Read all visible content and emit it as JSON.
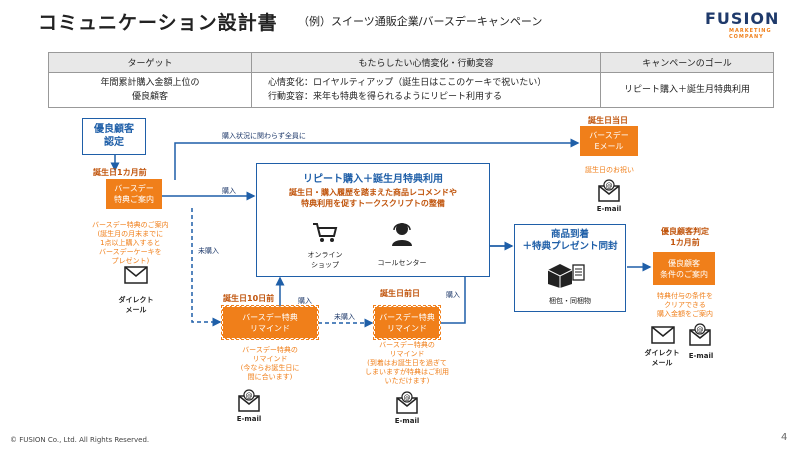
{
  "header": {
    "title": "コミュニケーション設計書",
    "subtitle": "（例）スイーツ通販企業/バースデーキャンペーン",
    "brand": "FUSION",
    "brand_sub": "MARKETING COMPANY"
  },
  "goal_table": {
    "headers": [
      "ターゲット",
      "もたらしたい心情変化・行動変容",
      "キャンペーンのゴール"
    ],
    "target_line1": "年間累計購入金額上位の",
    "target_line2": "優良顧客",
    "change_line1": "心情変化：ロイヤルティアップ（誕生日はここのケーキで祝いたい）",
    "change_line2": "行動変容：来年も特典を得られるようにリピート利用する",
    "goal": "リピート購入＋誕生月特典利用"
  },
  "flow": {
    "start_box": "優良顧客\n認定",
    "label_all": "購入状況に関わらず全員に",
    "month_before_label": "誕生日1カ月前",
    "month_before_box": "バースデー\n特典ご案内",
    "month_before_note": "バースデー特典のご案内\n(誕生月の月末までに\n1点以上購入すると\nバースデーケーキを\nプレゼント)",
    "dm_label": "ダイレクト\nメール",
    "purchase_1": "購入",
    "not_purchased": "未購入",
    "repeat_title": "リピート購入＋誕生月特典利用",
    "repeat_desc": "誕生日・購入履歴を踏まえた商品レコメンドや\n特典利用を促すトークスクリプトの整備",
    "online_shop": "オンライン\nショップ",
    "call_center": "コールセンター",
    "birthday_label": "誕生日当日",
    "birthday_box": "バースデー\nEメール",
    "birthday_note": "誕生日のお祝い",
    "email_label": "E-mail",
    "ten_days_label": "誕生日10日前",
    "ten_days_box": "バースデー特典\nリマインド",
    "ten_days_note": "バースデー特典の\nリマインド\n(今ならお誕生日に\n間に合います)",
    "purchase_2": "購入",
    "not_purchased_2": "未購入",
    "eve_label": "誕生日前日",
    "eve_box": "バースデー特典\nリマインド",
    "eve_note": "バースデー特典の\nリマインド\n(到着はお誕生日を過ぎて\nしまいますが特典はご利用\nいただけます)",
    "purchase_3": "購入",
    "arrival_title": "商品到着\n＋特典プレゼント同封",
    "packing": "梱包・同梱物",
    "judge_label": "優良顧客判定\n1カ月前",
    "judge_box": "優良顧客\n条件のご案内",
    "judge_note": "特典付与の条件を\nクリアできる\n購入金額をご案内",
    "dm_label_2": "ダイレクト\nメール",
    "email_label_2": "E-mail"
  },
  "footer": {
    "copyright": "© FUSION Co., Ltd. All Rights Reserved.",
    "page": "4"
  },
  "colors": {
    "accent_orange": "#f07f1a",
    "accent_blue": "#1f5fa8",
    "brand_navy": "#1f3a6b"
  }
}
